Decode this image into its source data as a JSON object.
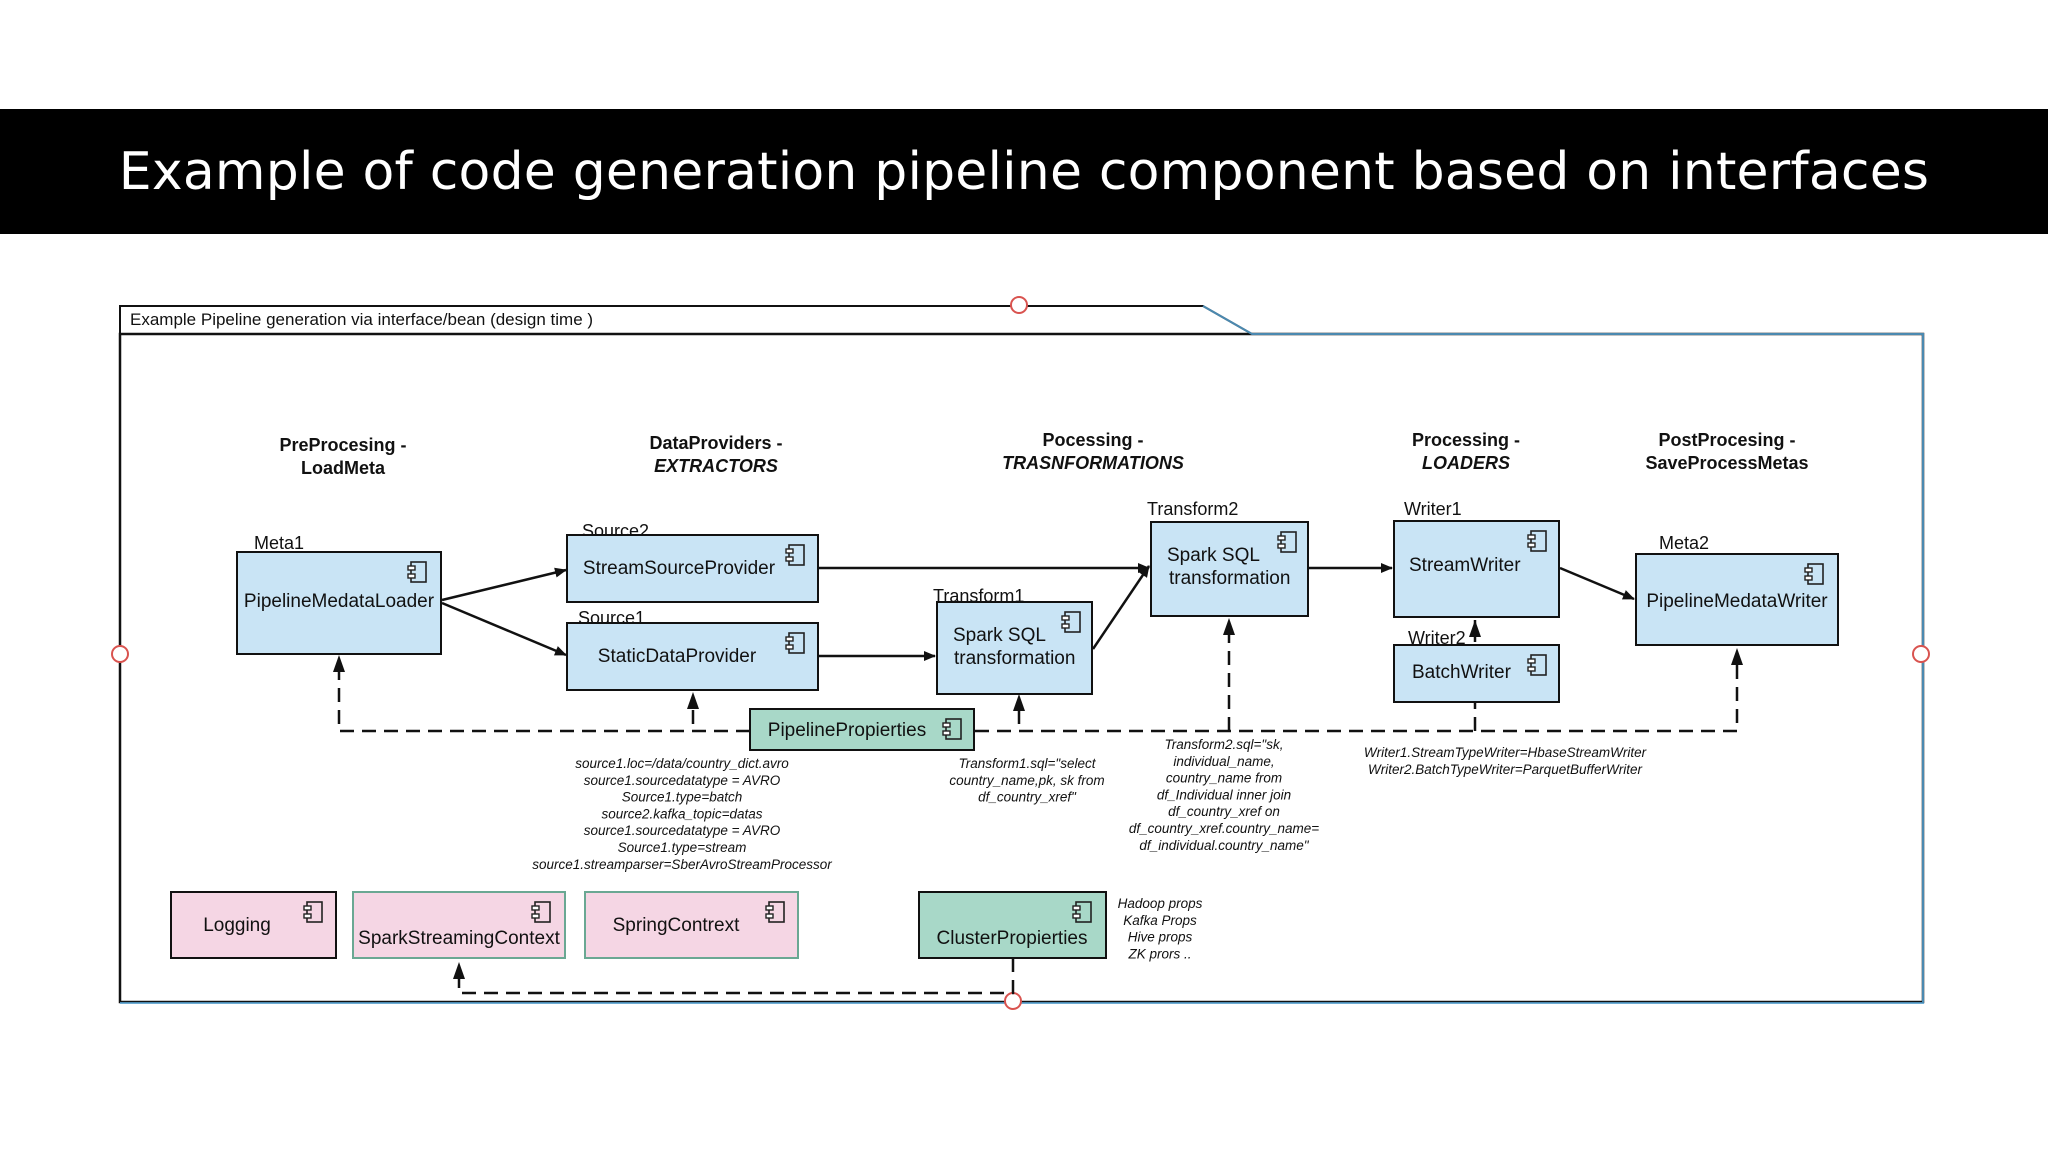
{
  "slide": {
    "title": "Example of code generation pipeline component based on interfaces"
  },
  "colors": {
    "component_blue": "#c9e4f5",
    "props_green": "#a8d8c8",
    "context_pink": "#f5d6e4",
    "frame_border": "#1a1a1a",
    "frame_highlight": "#5aa8d8",
    "handle_red": "#d9534f"
  },
  "diagram": {
    "frame_label": "Example Pipeline generation via interface/bean (design time )",
    "stages": {
      "preprocessing": {
        "line1": "PreProcesing -",
        "line2": "LoadMeta"
      },
      "dataproviders": {
        "line1": "DataProviders -",
        "line2": "EXTRACTORS"
      },
      "processing_transform": {
        "line1": "Pocessing  -",
        "line2": "TRASNFORMATIONS"
      },
      "processing_loaders": {
        "line1": "Processing -",
        "line2": "LOADERS"
      },
      "postprocessing": {
        "line1": "PostProcesing -",
        "line2": "SaveProcessMetas"
      }
    },
    "components": {
      "meta1": {
        "tag": "Meta1",
        "name": "PipelineMedataLoader"
      },
      "source2": {
        "tag": "Source2",
        "name": "StreamSourceProvider"
      },
      "source1": {
        "tag": "Source1",
        "name": "StaticDataProvider"
      },
      "transform1": {
        "tag": "Transform1",
        "line1": "Spark SQL",
        "line2": "transformation"
      },
      "transform2": {
        "tag": "Transform2",
        "line1": "Spark SQL",
        "line2": "transformation"
      },
      "writer1": {
        "tag": "Writer1",
        "name": "StreamWriter"
      },
      "writer2": {
        "tag": "Writer2",
        "name": "BatchWriter"
      },
      "meta2": {
        "tag": "Meta2",
        "name": "PipelineMedataWriter"
      },
      "pipeline_props": {
        "name": "PipelinePropierties"
      },
      "logging": {
        "name": "Logging"
      },
      "spark_streaming_context": {
        "name": "SparkStreamingContext"
      },
      "spring_context": {
        "name": "SpringContrext"
      },
      "cluster_props": {
        "name": "ClusterPropierties"
      }
    },
    "notes": {
      "sources": [
        "source1.loc=/data/country_dict.avro",
        "source1.sourcedatatype = AVRO",
        "Source1.type=batch",
        "source2.kafka_topic=datas",
        "source1.sourcedatatype = AVRO",
        "Source1.type=stream",
        "source1.streamparser=SberAvroStreamProcessor"
      ],
      "transform1": [
        "Transform1.sql=\"select",
        "country_name,pk, sk from",
        "df_country_xref\""
      ],
      "transform2": [
        "Transform2.sql=\"sk,",
        "individual_name,",
        "country_name from",
        "df_Individual inner join",
        "df_country_xref on",
        "df_country_xref.country_name=",
        "df_individual.country_name\""
      ],
      "writers": [
        "Writer1.StreamTypeWriter=HbaseStreamWriter",
        "Writer2.BatchTypeWriter=ParquetBufferWriter"
      ],
      "cluster": [
        "Hadoop props",
        "Kafka Props",
        "Hive props",
        "ZK prors .."
      ]
    }
  }
}
